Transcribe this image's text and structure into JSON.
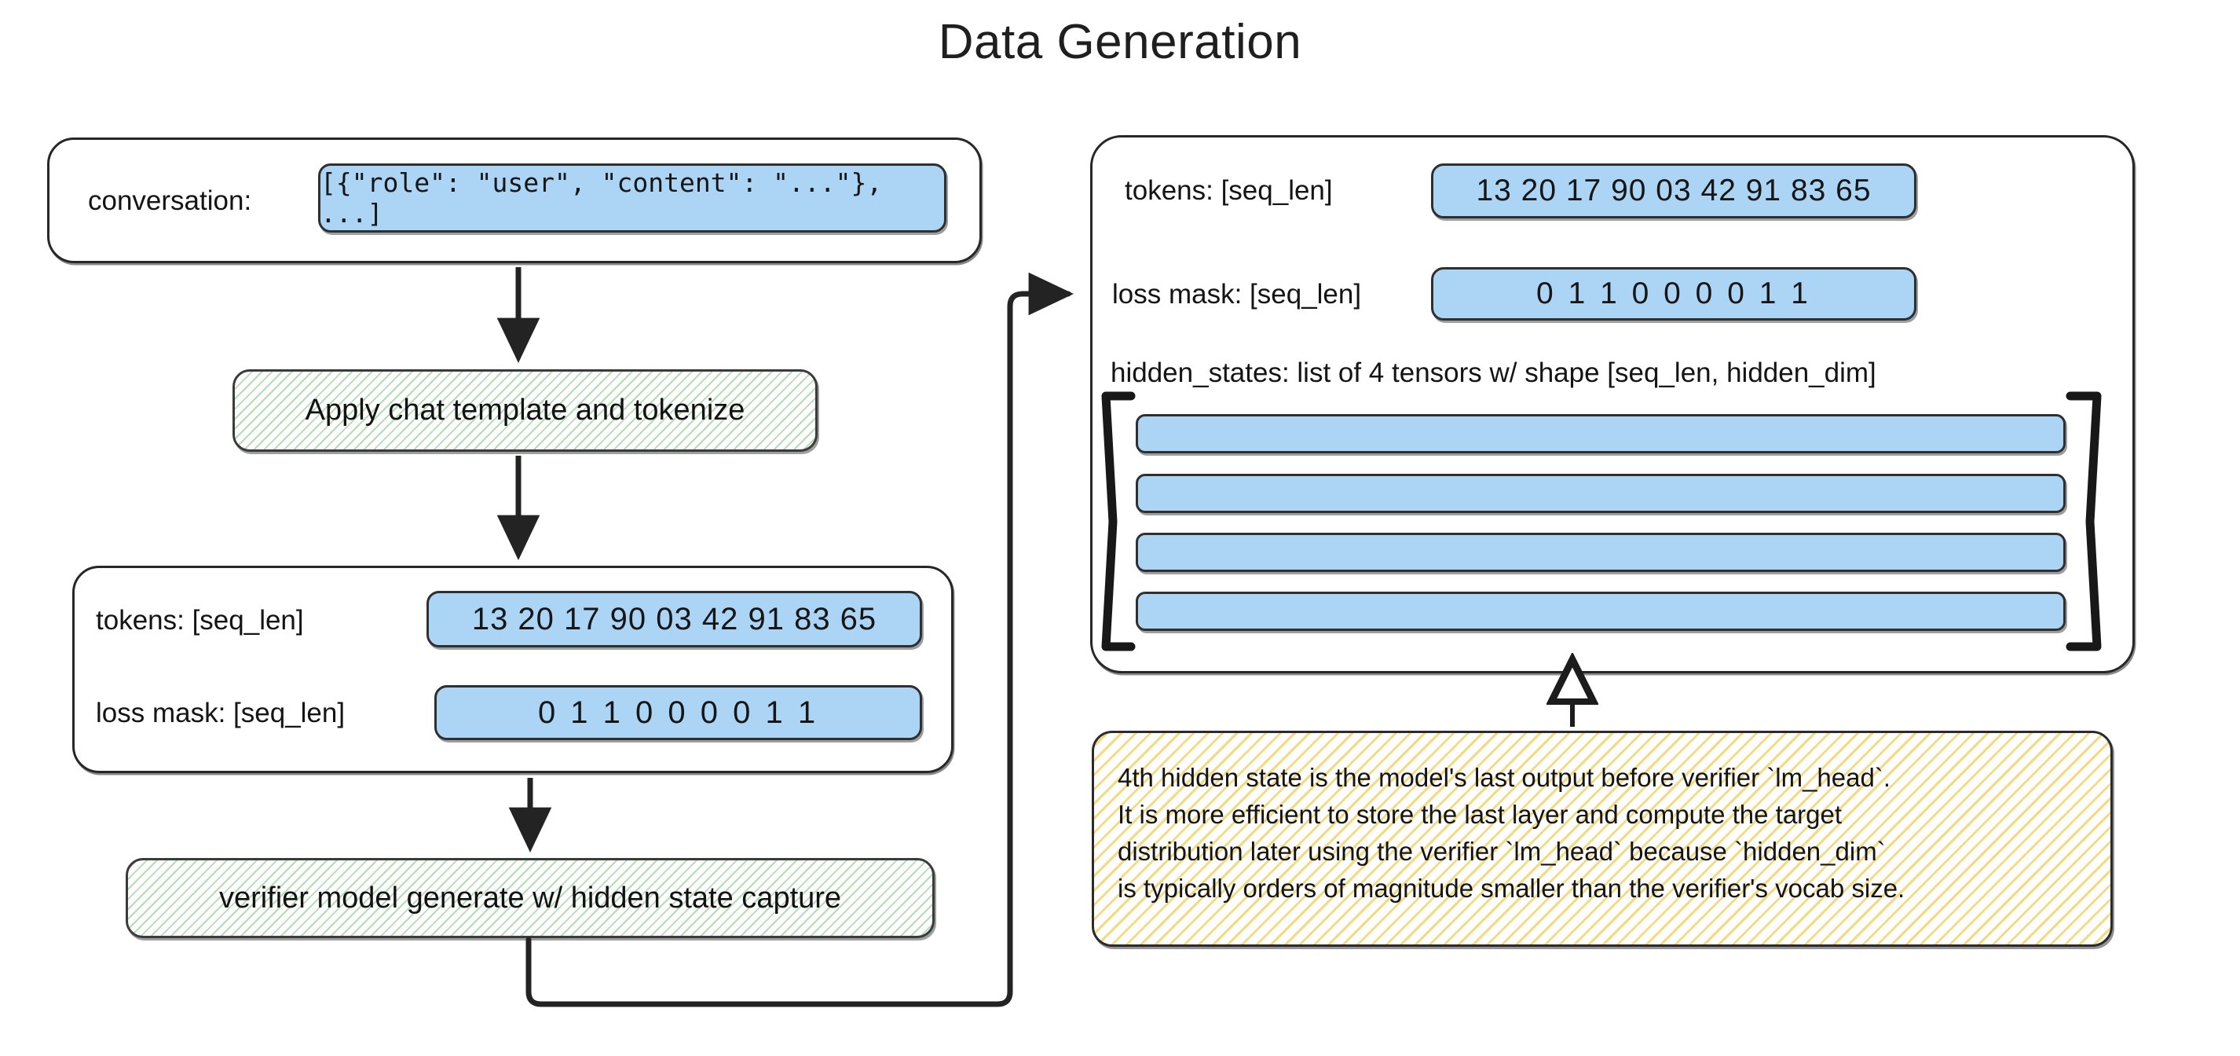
{
  "title": "Data Generation",
  "left_flow": {
    "conversation_box": {
      "label": "conversation:",
      "value": "[{\"role\": \"user\", \"content\": \"...\"}, ...]"
    },
    "step_tokenize": "Apply chat template and tokenize",
    "tokens_box": {
      "tokens_label": "tokens: [seq_len]",
      "tokens_value": "13 20 17 90 03 42 91 83 65",
      "loss_mask_label": "loss mask: [seq_len]",
      "loss_mask_value": "0  1  1  0  0  0  0  1  1"
    },
    "step_generate": "verifier model generate w/ hidden state capture"
  },
  "right_panel": {
    "tokens_label": "tokens: [seq_len]",
    "tokens_value": "13 20 17 90 03 42 91 83 65",
    "loss_mask_label": "loss mask: [seq_len]",
    "loss_mask_value": "0  1  1  0  0  0  0  1  1",
    "hidden_states_label": "hidden_states: list of 4 tensors w/ shape [seq_len, hidden_dim]",
    "hidden_state_count": 4,
    "bracket_open": "[",
    "bracket_close": "]"
  },
  "note": {
    "line1": "4th hidden state is the model's last output before verifier `lm_head`.",
    "line2": "It is more efficient to store the last layer and compute the target",
    "line3": "distribution later using the verifier `lm_head` because `hidden_dim`",
    "line4": "is typically orders of magnitude smaller than the verifier's vocab size."
  },
  "colors": {
    "blue_fill": "#ACD5F5",
    "green_hatch": "#78BE78",
    "yellow_hatch": "#EEC63C",
    "stroke": "#272727",
    "text": "#141414"
  },
  "icons": {
    "arrow_down": "arrow-down-icon",
    "arrow_right": "arrow-right-icon",
    "arrow_up_hollow": "arrow-up-hollow-icon"
  }
}
